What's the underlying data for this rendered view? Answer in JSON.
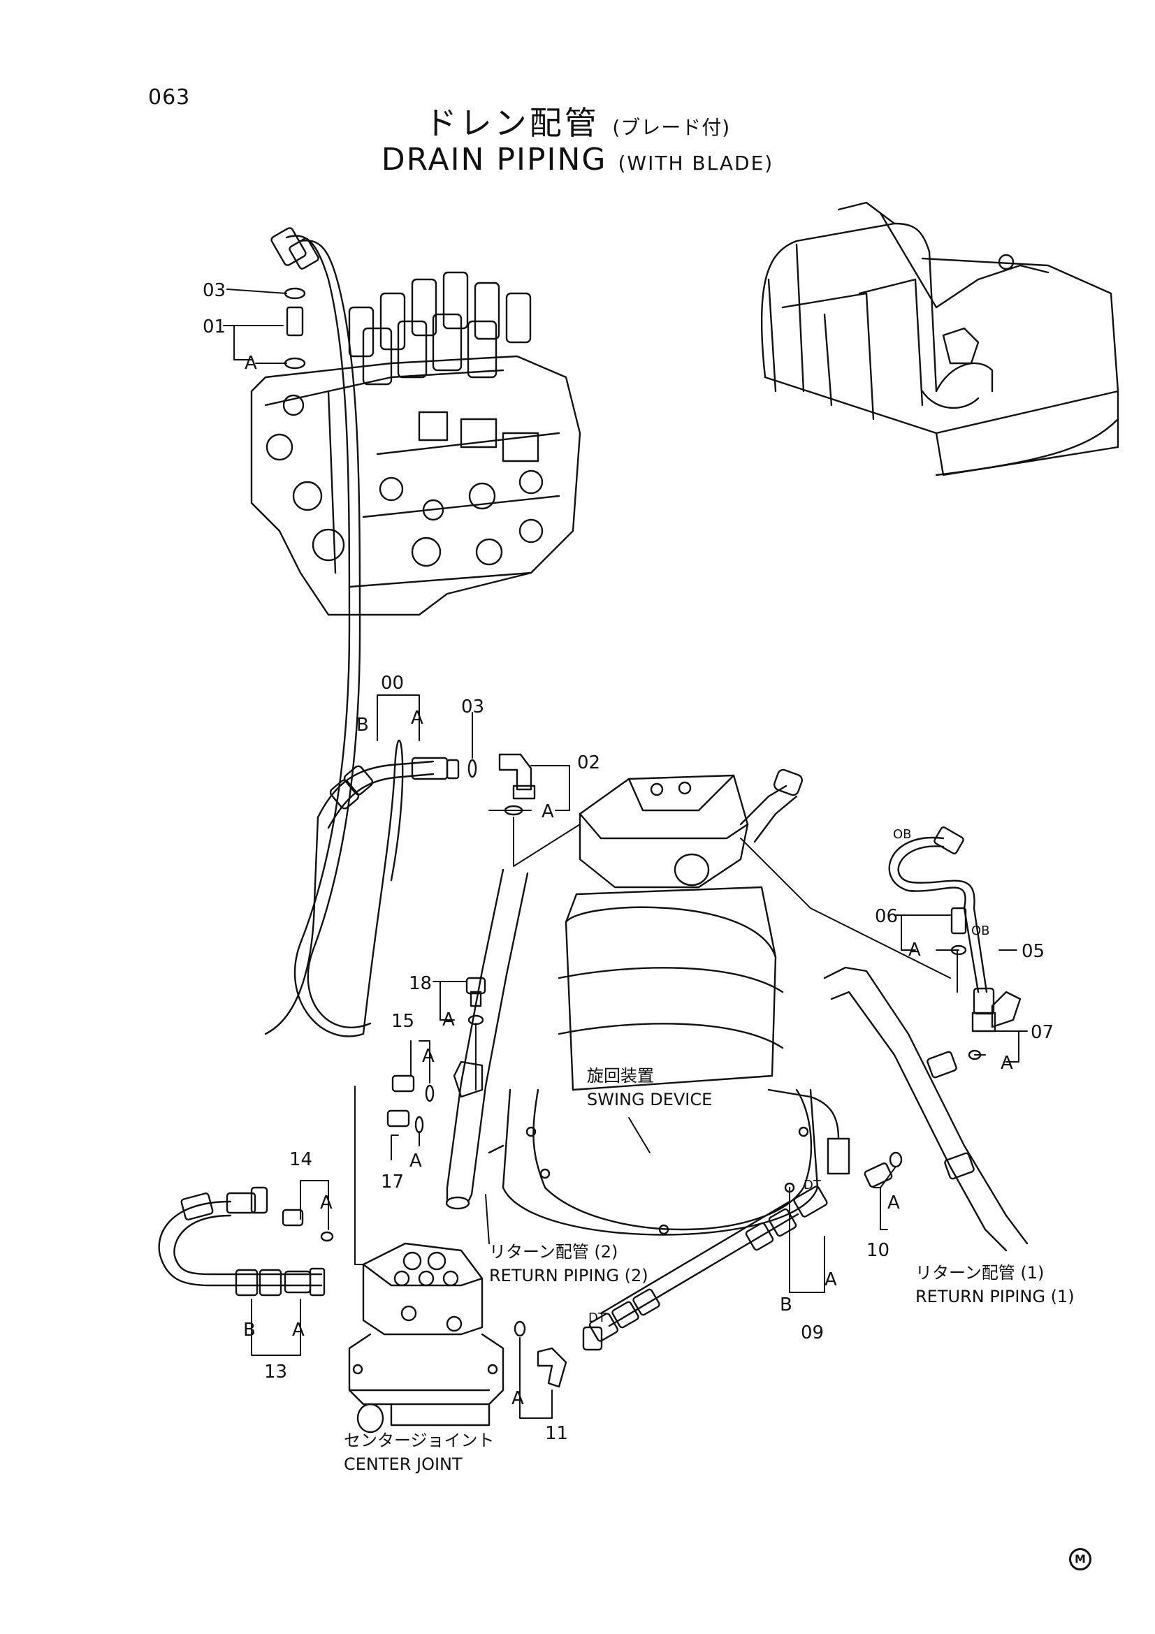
{
  "page_number": "063",
  "title": {
    "jp": "ドレン配管",
    "jp_sub": "(ブレード付)",
    "en": "DRAIN PIPING",
    "en_sub": "(WITH BLADE)"
  },
  "callouts": [
    {
      "id": "c-03a",
      "text": "03"
    },
    {
      "id": "c-01",
      "text": "01"
    },
    {
      "id": "c-00",
      "text": "00"
    },
    {
      "id": "c-03b",
      "text": "03"
    },
    {
      "id": "c-02",
      "text": "02"
    },
    {
      "id": "c-06",
      "text": "06"
    },
    {
      "id": "c-05",
      "text": "05"
    },
    {
      "id": "c-07",
      "text": "07"
    },
    {
      "id": "c-18",
      "text": "18"
    },
    {
      "id": "c-15",
      "text": "15"
    },
    {
      "id": "c-17",
      "text": "17"
    },
    {
      "id": "c-14",
      "text": "14"
    },
    {
      "id": "c-13",
      "text": "13"
    },
    {
      "id": "c-09",
      "text": "09"
    },
    {
      "id": "c-10",
      "text": "10"
    },
    {
      "id": "c-11",
      "text": "11"
    }
  ],
  "letters": {
    "a": "A",
    "b": "B",
    "ob": "OB",
    "dt": "DT"
  },
  "components": {
    "swing_jp": "旋回装置",
    "swing_en": "SWING DEVICE",
    "return2_jp": "リターン配管 (2)",
    "return2_en": "RETURN PIPING (2)",
    "return1_jp": "リターン配管 (1)",
    "return1_en": "RETURN PIPING (1)",
    "center_jp": "センタージョイント",
    "center_en": "CENTER JOINT"
  },
  "mark": "M"
}
